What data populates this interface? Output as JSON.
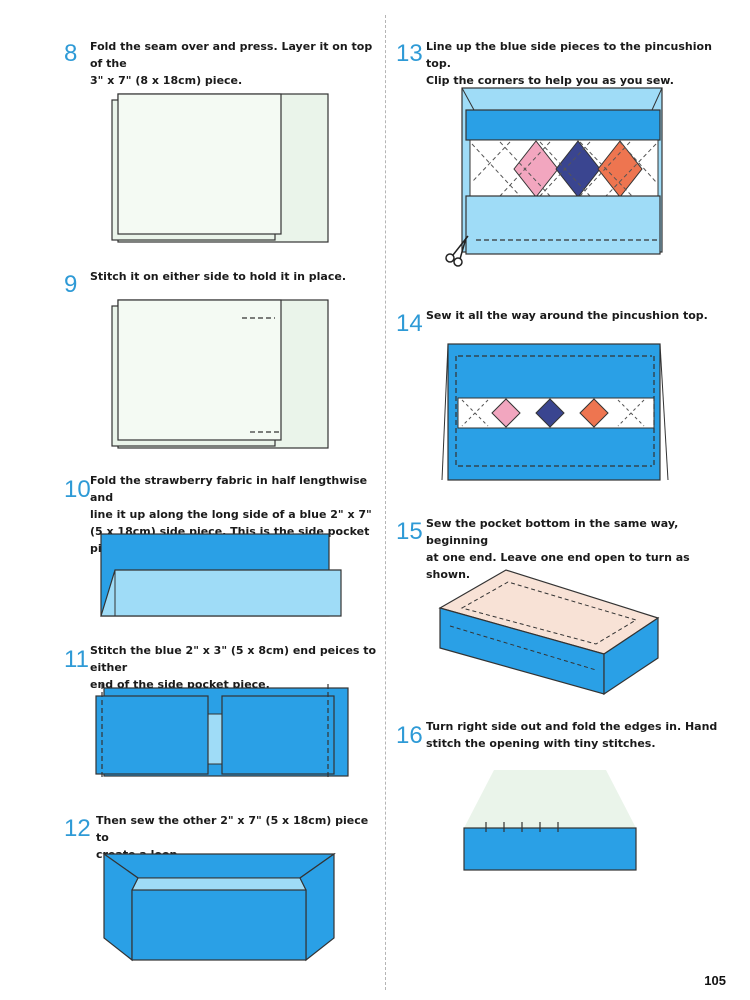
{
  "steps": [
    {
      "num": "8",
      "text": "Fold the seam over and press. Layer it on top of the\n3\" x 7\" (8 x 18cm) piece."
    },
    {
      "num": "9",
      "text": "Stitch it on either side to hold it in place."
    },
    {
      "num": "10",
      "text": "Fold the strawberry fabric in half lengthwise and\nline it up along the long side of a blue 2\" x 7\"\n(5 x 18cm) side piece. This is the side pocket piece."
    },
    {
      "num": "11",
      "text": "Stitch the blue 2\" x 3\" (5 x 8cm) end peices to either\nend of the side pocket piece."
    },
    {
      "num": "12",
      "text": "Then sew the other 2\" x 7\" (5 x 18cm) piece to\ncreate a loop."
    },
    {
      "num": "13",
      "text": "Line up the blue side pieces to the pincushion top.\nClip the corners to help you as you sew."
    },
    {
      "num": "14",
      "text": "Sew it all the way around the pincushion top."
    },
    {
      "num": "15",
      "text": "Sew the pocket bottom in the same way, beginning\nat one end. Leave one end open to turn as shown."
    },
    {
      "num": "16",
      "text": "Turn right side out and fold the edges in. Hand\nstitch the opening with tiny stitches."
    }
  ],
  "page_number": "105",
  "colors": {
    "accent": "#2e9ad6",
    "blue": "#2aa0e6",
    "light_blue": "#9fdcf7",
    "pale_green": "#eaf4ea",
    "peach": "#f8e2d6",
    "pink": "#f2a6bf",
    "navy": "#3a4590",
    "orange": "#ee7550"
  },
  "icons": {
    "scissors": "scissors-icon"
  }
}
